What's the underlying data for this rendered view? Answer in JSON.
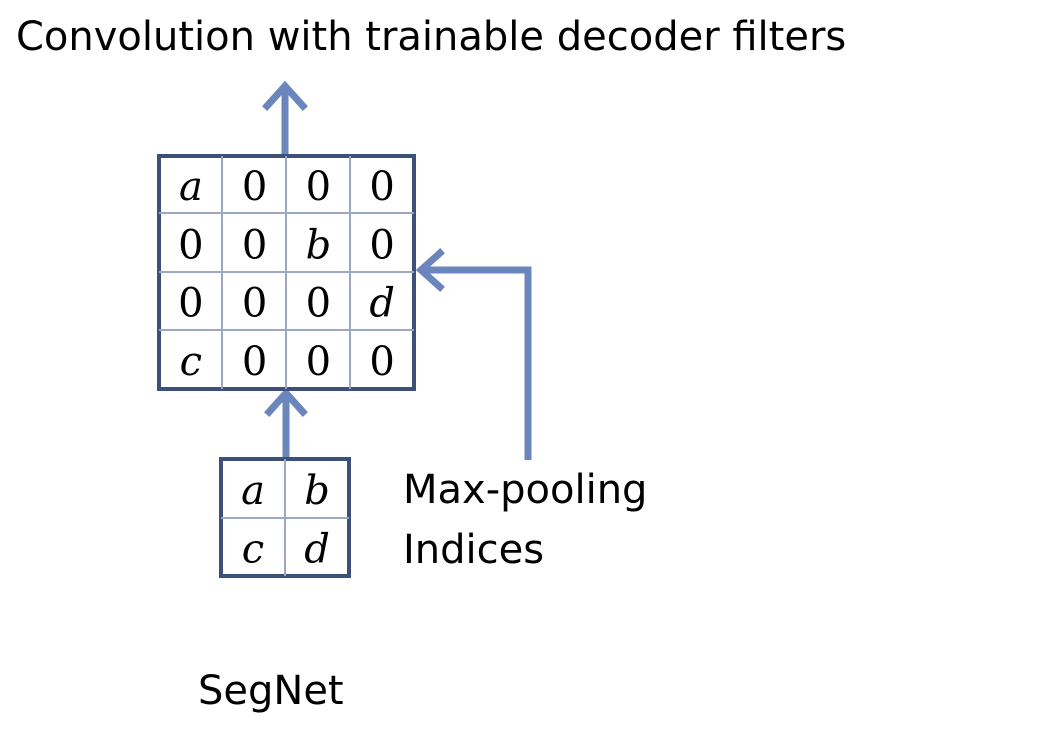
{
  "caption_top": "Convolution with trainable decoder filters",
  "caption_indices": [
    "Max-pooling",
    "Indices"
  ],
  "caption_bottom": "SegNet",
  "colors": {
    "arrow": "#6b86bd",
    "grid_border": "#3d5079",
    "text": "#000000"
  },
  "upsampled_grid": [
    [
      "a",
      "0",
      "0",
      "0"
    ],
    [
      "0",
      "0",
      "b",
      "0"
    ],
    [
      "0",
      "0",
      "0",
      "d"
    ],
    [
      "c",
      "0",
      "0",
      "0"
    ]
  ],
  "pooled_grid": [
    [
      "a",
      "b"
    ],
    [
      "c",
      "d"
    ]
  ]
}
